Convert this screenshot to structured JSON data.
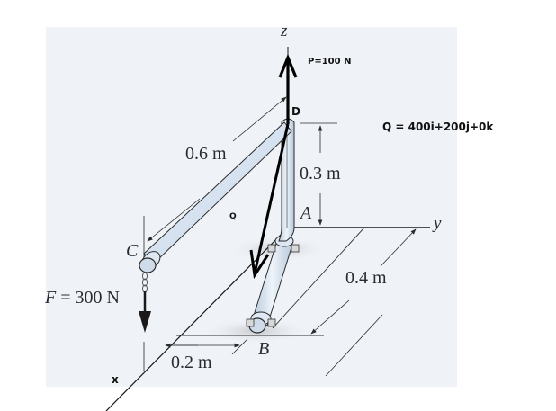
{
  "diagram": {
    "type": "3d-statics-free-body",
    "axes": {
      "x": "x",
      "y": "y",
      "z": "z"
    },
    "points": {
      "A": "A",
      "B": "B",
      "C": "C",
      "D": "D"
    },
    "dimensions": {
      "DC": "0.6 m",
      "DA": "0.3 m",
      "AB": "0.4 m",
      "offset": "0.2 m"
    },
    "forces": {
      "P": {
        "label": "P=100 N",
        "direction": "+z",
        "color": "#000000"
      },
      "Q": {
        "label": "Q",
        "vector": "Q = 400i+200j+0k",
        "color": "#000000"
      },
      "F": {
        "label": "F = 300 N",
        "direction": "-z"
      }
    },
    "colors": {
      "panel_bg": "#eff3f8",
      "pipe_fill": "#d6e2f0",
      "pipe_highlight": "#f4f8fc",
      "pipe_outline": "#2b2b2b",
      "shadow": "#c9ccd1",
      "line": "#2b2b2b",
      "arrow": "#000000"
    }
  }
}
